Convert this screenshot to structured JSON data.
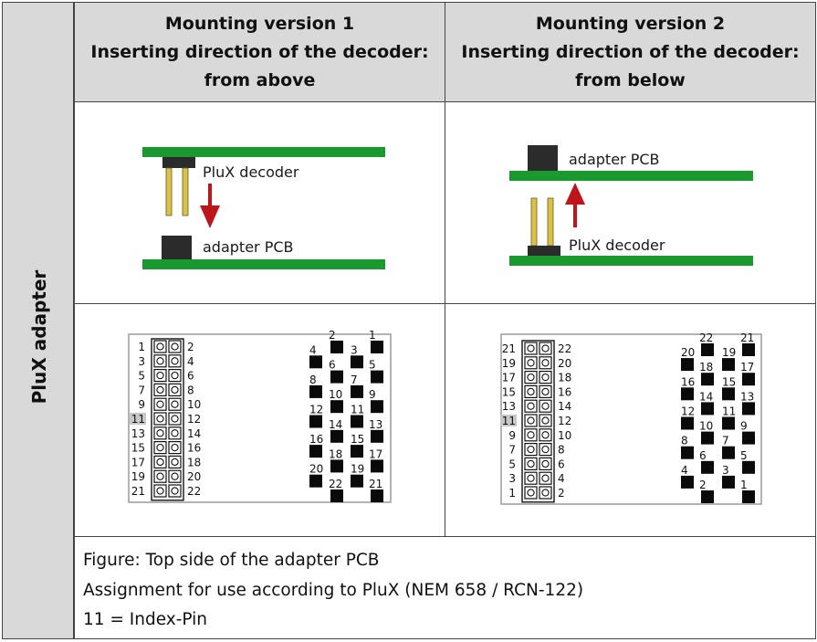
{
  "sidebar": {
    "label": "PluX adapter"
  },
  "columns": [
    {
      "title": "Mounting version 1",
      "direction_label": "Inserting direction of the decoder:",
      "direction": "from above"
    },
    {
      "title": "Mounting version 2",
      "direction_label": "Inserting direction of the decoder:",
      "direction": "from below"
    }
  ],
  "diagram1": {
    "top_label": "PluX decoder",
    "bottom_label": "adapter PCB"
  },
  "diagram2": {
    "top_label": "adapter PCB",
    "bottom_label": "PluX decoder"
  },
  "pinout1": {
    "rows": [
      {
        "left": "1",
        "right": "2"
      },
      {
        "left": "3",
        "right": "4"
      },
      {
        "left": "5",
        "right": "6"
      },
      {
        "left": "7",
        "right": "8"
      },
      {
        "left": "9",
        "right": "10"
      },
      {
        "left": "11",
        "right": "12"
      },
      {
        "left": "13",
        "right": "14"
      },
      {
        "left": "15",
        "right": "16"
      },
      {
        "left": "17",
        "right": "18"
      },
      {
        "left": "19",
        "right": "20"
      },
      {
        "left": "21",
        "right": "22"
      }
    ],
    "grid_labels": [
      "2",
      "1",
      "4",
      "3",
      "6",
      "5",
      "8",
      "7",
      "10",
      "9",
      "12",
      "11",
      "14",
      "13",
      "16",
      "15",
      "18",
      "17",
      "20",
      "19",
      "22",
      "21"
    ]
  },
  "pinout2": {
    "rows": [
      {
        "left": "21",
        "right": "22"
      },
      {
        "left": "19",
        "right": "20"
      },
      {
        "left": "17",
        "right": "18"
      },
      {
        "left": "15",
        "right": "16"
      },
      {
        "left": "13",
        "right": "14"
      },
      {
        "left": "11",
        "right": "12"
      },
      {
        "left": "9",
        "right": "10"
      },
      {
        "left": "7",
        "right": "8"
      },
      {
        "left": "5",
        "right": "6"
      },
      {
        "left": "3",
        "right": "4"
      },
      {
        "left": "1",
        "right": "2"
      }
    ],
    "grid_labels": [
      "22",
      "21",
      "20",
      "19",
      "18",
      "17",
      "16",
      "15",
      "14",
      "13",
      "12",
      "11",
      "10",
      "9",
      "8",
      "7",
      "6",
      "5",
      "4",
      "3",
      "2",
      "1"
    ]
  },
  "index_pin": "11",
  "caption": {
    "line1": "Figure: Top side of the adapter PCB",
    "line2": "Assignment for use according to PluX (NEM 658 / RCN-122)",
    "line3": "11 = Index-Pin"
  },
  "colors": {
    "header_bg": "#d9d9d9",
    "pcb_green": "#1a9a2e",
    "arrow_red": "#c0141a",
    "pin_gold": "#d9c24a",
    "pad_black": "#0a0a0a"
  },
  "icons": {
    "arrow_down": "arrow-down-icon",
    "arrow_up": "arrow-up-icon"
  }
}
